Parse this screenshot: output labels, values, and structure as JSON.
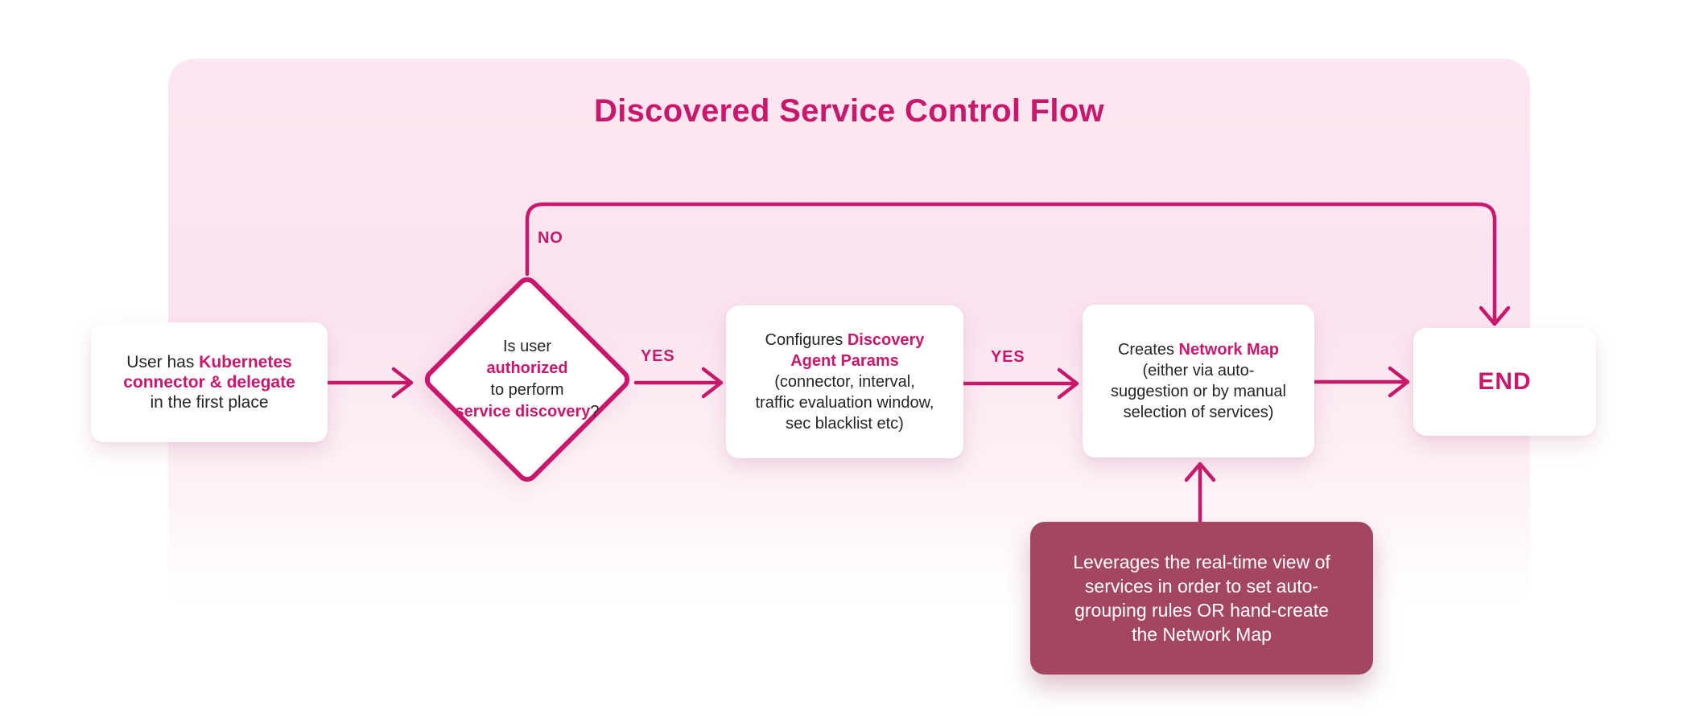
{
  "title": "Discovered Service Control Flow",
  "colors": {
    "accent": "#C9176B",
    "note_background": "#A34760",
    "panel_pink": "#FBE6F1",
    "node_background": "#FFFFFF",
    "text_dark": "#242424",
    "note_text": "#FFFFFF"
  },
  "labels": {
    "no": "NO",
    "yes1": "YES",
    "yes2": "YES"
  },
  "nodes": {
    "start": {
      "lines": [
        {
          "segs": [
            {
              "t": "User has ",
              "a": false
            },
            {
              "t": "Kubernetes",
              "a": true
            }
          ]
        },
        {
          "segs": [
            {
              "t": "connector & delegate",
              "a": true
            }
          ]
        },
        {
          "segs": [
            {
              "t": "in the first place",
              "a": false
            }
          ]
        }
      ]
    },
    "decision": {
      "lines": [
        {
          "segs": [
            {
              "t": "Is user",
              "a": false
            }
          ]
        },
        {
          "segs": [
            {
              "t": "authorized",
              "a": true
            }
          ]
        },
        {
          "segs": [
            {
              "t": "to perform",
              "a": false
            }
          ]
        },
        {
          "segs": [
            {
              "t": "service discovery",
              "a": true
            },
            {
              "t": "?",
              "a": false
            }
          ]
        }
      ]
    },
    "configure": {
      "lines": [
        {
          "segs": [
            {
              "t": "Configures ",
              "a": false
            },
            {
              "t": "Discovery",
              "a": true
            }
          ]
        },
        {
          "segs": [
            {
              "t": "Agent Params",
              "a": true
            }
          ]
        },
        {
          "segs": [
            {
              "t": "(connector, interval,",
              "a": false
            }
          ]
        },
        {
          "segs": [
            {
              "t": "traffic evaluation window,",
              "a": false
            }
          ]
        },
        {
          "segs": [
            {
              "t": "sec blacklist etc)",
              "a": false
            }
          ]
        }
      ]
    },
    "create": {
      "lines": [
        {
          "segs": [
            {
              "t": "Creates ",
              "a": false
            },
            {
              "t": "Network Map",
              "a": true
            }
          ]
        },
        {
          "segs": [
            {
              "t": "(either via auto-",
              "a": false
            }
          ]
        },
        {
          "segs": [
            {
              "t": "suggestion or by manual",
              "a": false
            }
          ]
        },
        {
          "segs": [
            {
              "t": "selection of services)",
              "a": false
            }
          ]
        }
      ]
    },
    "end": {
      "label": "END"
    },
    "note": {
      "lines": [
        "Leverages the real-time view of",
        "services in order to set auto-",
        "grouping rules OR hand-create",
        "the Network Map"
      ]
    }
  }
}
